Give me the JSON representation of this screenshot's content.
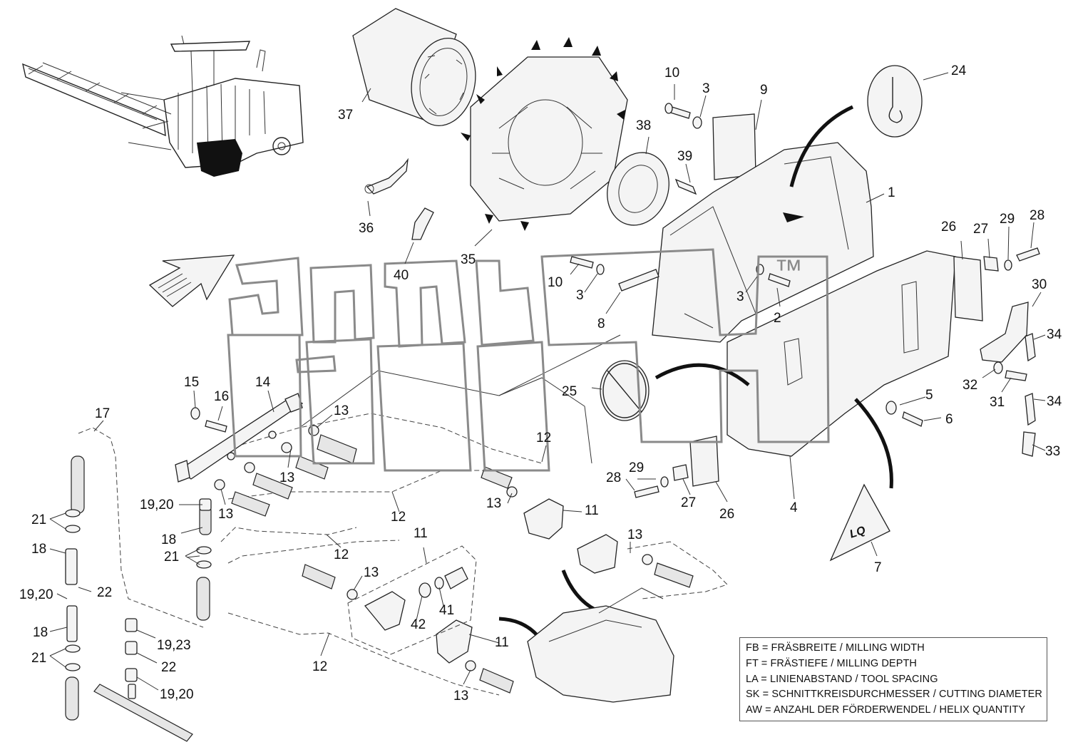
{
  "diagram": {
    "callouts": [
      {
        "id": "c1",
        "label": "1"
      },
      {
        "id": "c2",
        "label": "2"
      },
      {
        "id": "c3a",
        "label": "3"
      },
      {
        "id": "c3b",
        "label": "3"
      },
      {
        "id": "c3c",
        "label": "3"
      },
      {
        "id": "c4",
        "label": "4"
      },
      {
        "id": "c5",
        "label": "5"
      },
      {
        "id": "c6",
        "label": "6"
      },
      {
        "id": "c7",
        "label": "7"
      },
      {
        "id": "c8",
        "label": "8"
      },
      {
        "id": "c9",
        "label": "9"
      },
      {
        "id": "c10a",
        "label": "10"
      },
      {
        "id": "c10b",
        "label": "10"
      },
      {
        "id": "c11a",
        "label": "11"
      },
      {
        "id": "c11b",
        "label": "11"
      },
      {
        "id": "c11c",
        "label": "11"
      },
      {
        "id": "c12a",
        "label": "12"
      },
      {
        "id": "c12b",
        "label": "12"
      },
      {
        "id": "c12c",
        "label": "12"
      },
      {
        "id": "c12d",
        "label": "12"
      },
      {
        "id": "c13a",
        "label": "13"
      },
      {
        "id": "c13b",
        "label": "13"
      },
      {
        "id": "c13c",
        "label": "13"
      },
      {
        "id": "c13d",
        "label": "13"
      },
      {
        "id": "c13e",
        "label": "13"
      },
      {
        "id": "c13f",
        "label": "13"
      },
      {
        "id": "c13g",
        "label": "13"
      },
      {
        "id": "c14",
        "label": "14"
      },
      {
        "id": "c15",
        "label": "15"
      },
      {
        "id": "c16",
        "label": "16"
      },
      {
        "id": "c17",
        "label": "17"
      },
      {
        "id": "c18a",
        "label": "18"
      },
      {
        "id": "c18b",
        "label": "18"
      },
      {
        "id": "c18c",
        "label": "18"
      },
      {
        "id": "c1920a",
        "label": "19,20"
      },
      {
        "id": "c1920b",
        "label": "19,20"
      },
      {
        "id": "c1920c",
        "label": "19,20"
      },
      {
        "id": "c1923",
        "label": "19,23"
      },
      {
        "id": "c21a",
        "label": "21"
      },
      {
        "id": "c21b",
        "label": "21"
      },
      {
        "id": "c21c",
        "label": "21"
      },
      {
        "id": "c22a",
        "label": "22"
      },
      {
        "id": "c22b",
        "label": "22"
      },
      {
        "id": "c24",
        "label": "24"
      },
      {
        "id": "c25",
        "label": "25"
      },
      {
        "id": "c26a",
        "label": "26"
      },
      {
        "id": "c26b",
        "label": "26"
      },
      {
        "id": "c27a",
        "label": "27"
      },
      {
        "id": "c27b",
        "label": "27"
      },
      {
        "id": "c28a",
        "label": "28"
      },
      {
        "id": "c28b",
        "label": "28"
      },
      {
        "id": "c29a",
        "label": "29"
      },
      {
        "id": "c29b",
        "label": "29"
      },
      {
        "id": "c30",
        "label": "30"
      },
      {
        "id": "c31",
        "label": "31"
      },
      {
        "id": "c32",
        "label": "32"
      },
      {
        "id": "c33",
        "label": "33"
      },
      {
        "id": "c34a",
        "label": "34"
      },
      {
        "id": "c34b",
        "label": "34"
      },
      {
        "id": "c35",
        "label": "35"
      },
      {
        "id": "c36",
        "label": "36"
      },
      {
        "id": "c37",
        "label": "37"
      },
      {
        "id": "c38",
        "label": "38"
      },
      {
        "id": "c39",
        "label": "39"
      },
      {
        "id": "c40",
        "label": "40"
      },
      {
        "id": "c41",
        "label": "41"
      },
      {
        "id": "c42",
        "label": "42"
      }
    ],
    "watermark": {
      "text": "aith",
      "trademark": "™",
      "color": "#8a8a8a"
    },
    "legend": [
      "FB = FRÄSBREITE / MILLING WIDTH",
      "FT = FRÄSTIEFE / MILLING DEPTH",
      "LA = LINIENABSTAND / TOOL SPACING",
      "SK = SCHNITTKREISDURCHMESSER / CUTTING DIAMETER",
      "AW = ANZAHL DER FÖRDERWENDEL / HELIX QUANTITY"
    ],
    "warning_sign_text": "LQ"
  }
}
